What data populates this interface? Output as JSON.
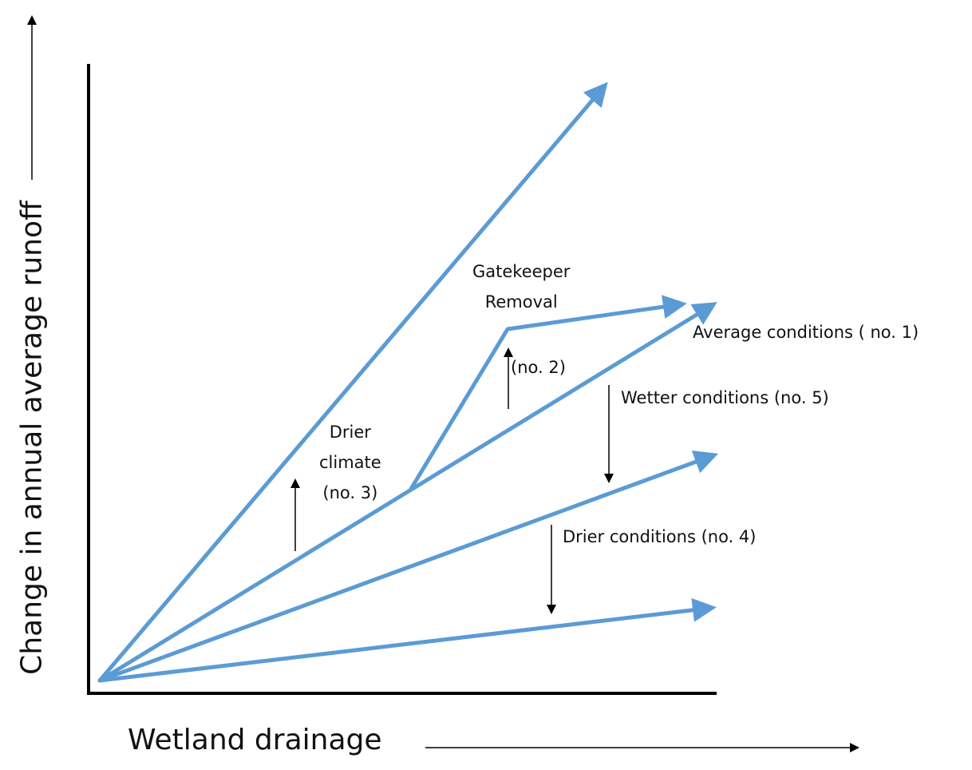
{
  "axes": {
    "x_label": "Wetland drainage",
    "y_label": "Change in annual average runoff"
  },
  "colors": {
    "trajectory": "#5B9BD5",
    "annotation": "#000000"
  },
  "labels": {
    "gatekeeper": [
      "Gatekeeper",
      "Removal"
    ],
    "no2": "(no. 2)",
    "average": "Average conditions ( no. 1)",
    "wetter": "Wetter conditions (no. 5)",
    "drier_climate": [
      "Drier",
      "climate",
      "(no. 3)"
    ],
    "drier": "Drier conditions (no. 4)"
  }
}
